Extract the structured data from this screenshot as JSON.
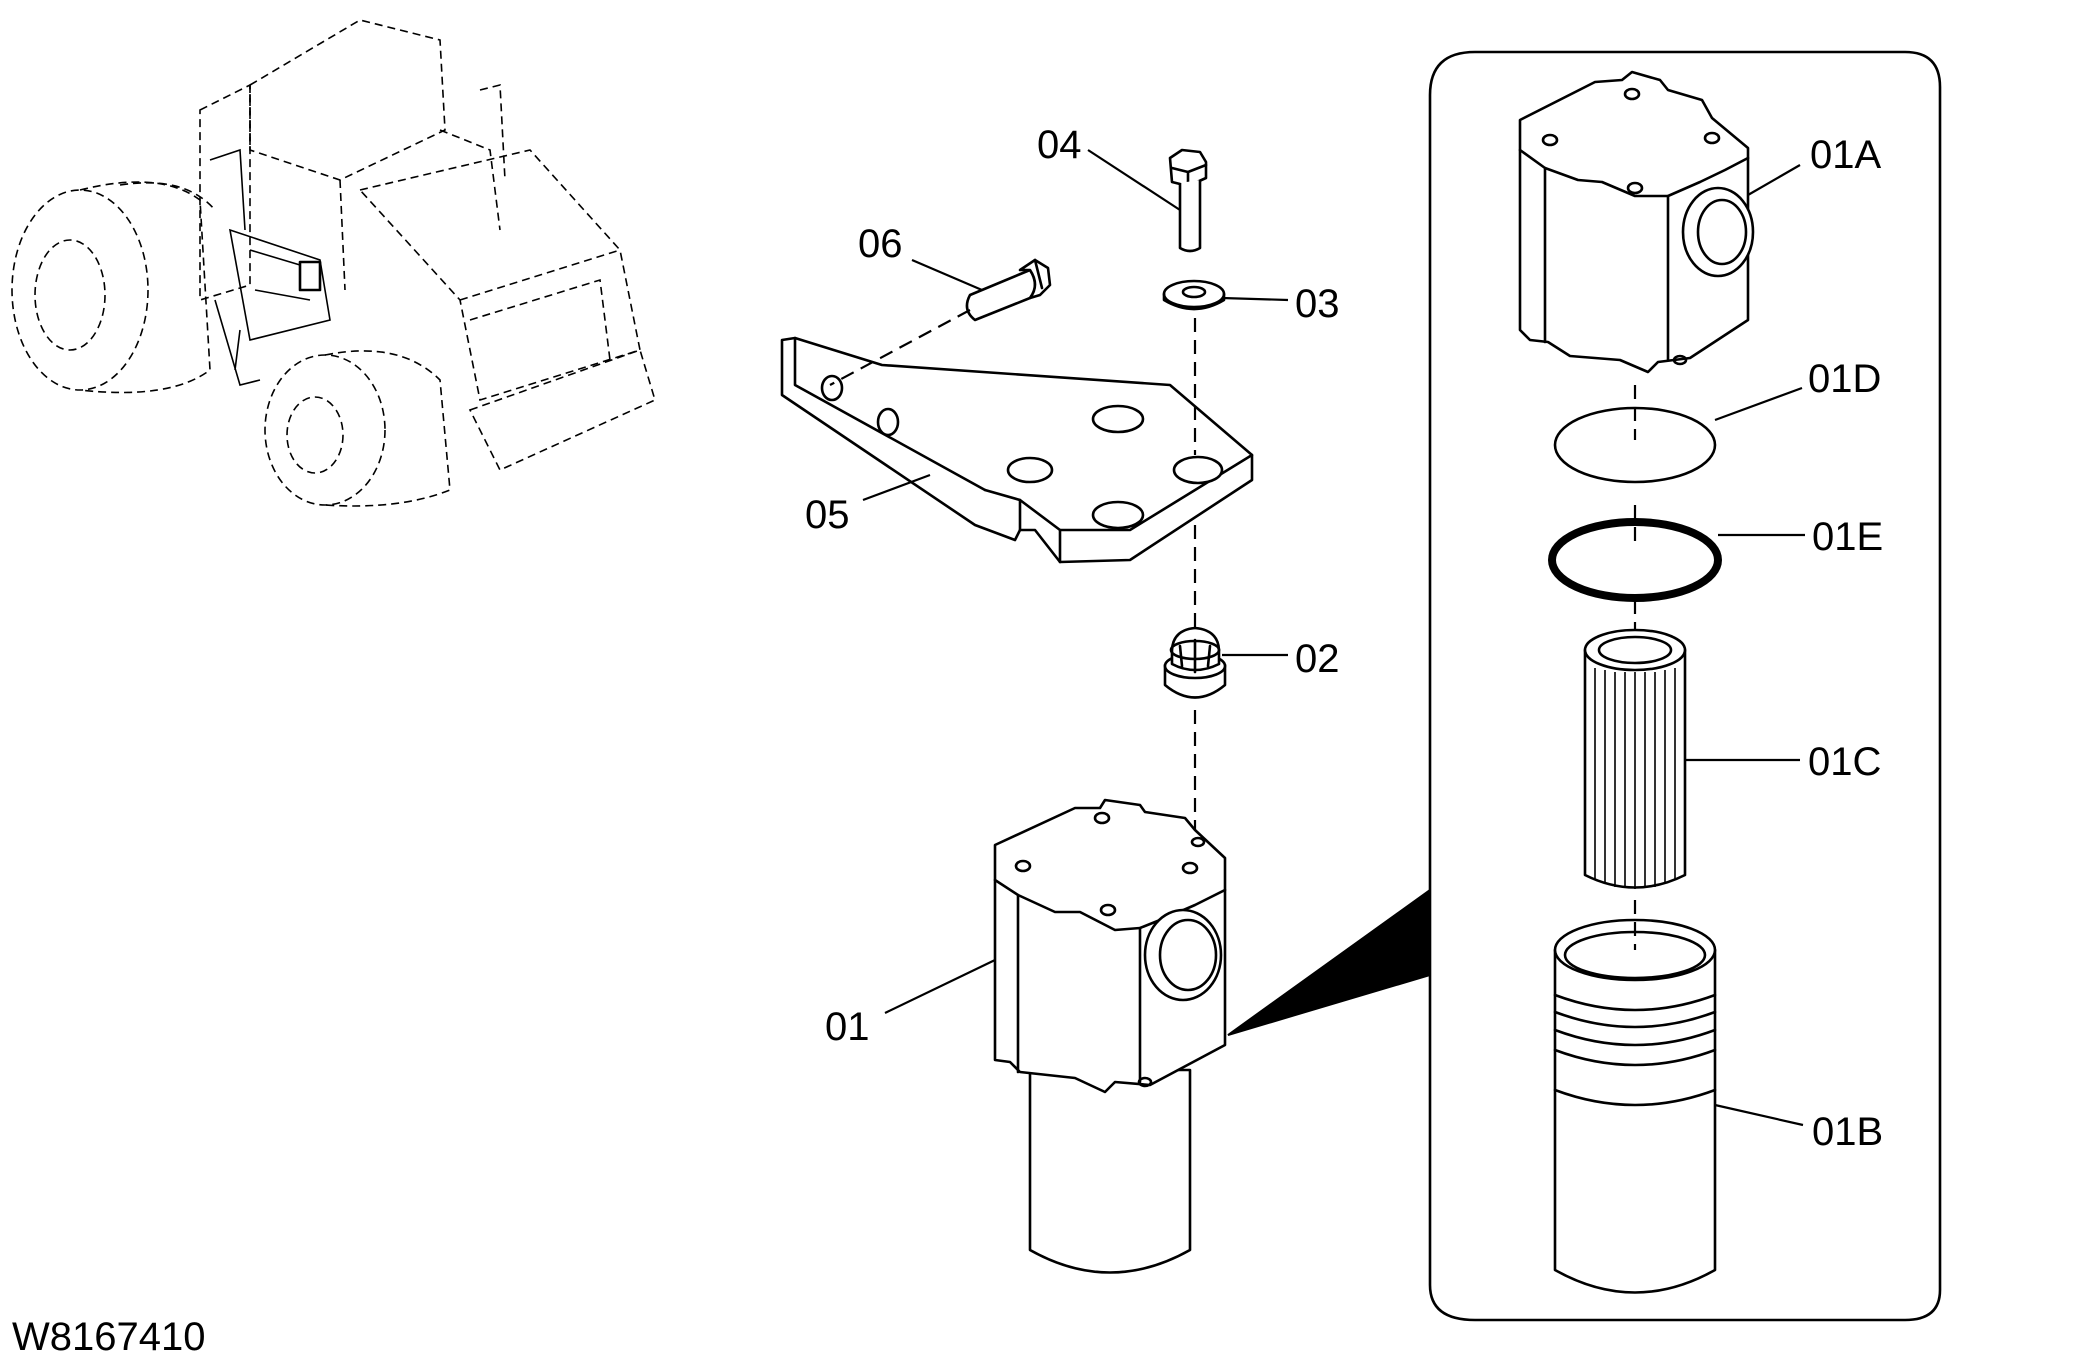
{
  "drawing_id": "W8167410",
  "callouts": {
    "p01": "01",
    "p02": "02",
    "p03": "03",
    "p04": "04",
    "p05": "05",
    "p06": "06",
    "p01A": "01A",
    "p01B": "01B",
    "p01C": "01C",
    "p01D": "01D",
    "p01E": "01E"
  }
}
